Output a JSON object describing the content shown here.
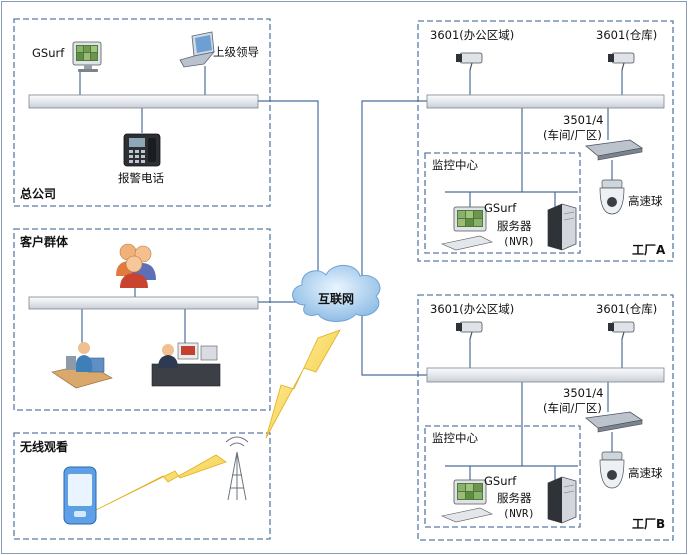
{
  "hq": {
    "title": "总公司",
    "gsurf_label": "GSurf",
    "leader_label": "上级领导",
    "alarm_phone_label": "报警电话"
  },
  "customers": {
    "title": "客户群体"
  },
  "wireless": {
    "title": "无线观看"
  },
  "internet": {
    "label": "互联网"
  },
  "factory_a": {
    "title": "工厂A",
    "cam_office": "3601(办公区域)",
    "cam_warehouse": "3601(仓库)",
    "encoder_model": "3501/4",
    "encoder_location": "(车间/厂区)",
    "monitor_center": "监控中心",
    "gsurf_label": "GSurf",
    "server_label": "服务器",
    "nvr_label": "(NVR)",
    "speed_dome": "高速球"
  },
  "factory_b": {
    "title": "工厂B",
    "cam_office": "3601(办公区域)",
    "cam_warehouse": "3601(仓库)",
    "encoder_model": "3501/4",
    "encoder_location": "(车间/厂区)",
    "monitor_center": "监控中心",
    "gsurf_label": "GSurf",
    "server_label": "服务器",
    "nvr_label": "(NVR)",
    "speed_dome": "高速球"
  },
  "colors": {
    "border": "#5a7ba6",
    "bus_fill": "#e9ebef",
    "cloud": "#9ec7ec",
    "lightning": "#f2c82e"
  }
}
